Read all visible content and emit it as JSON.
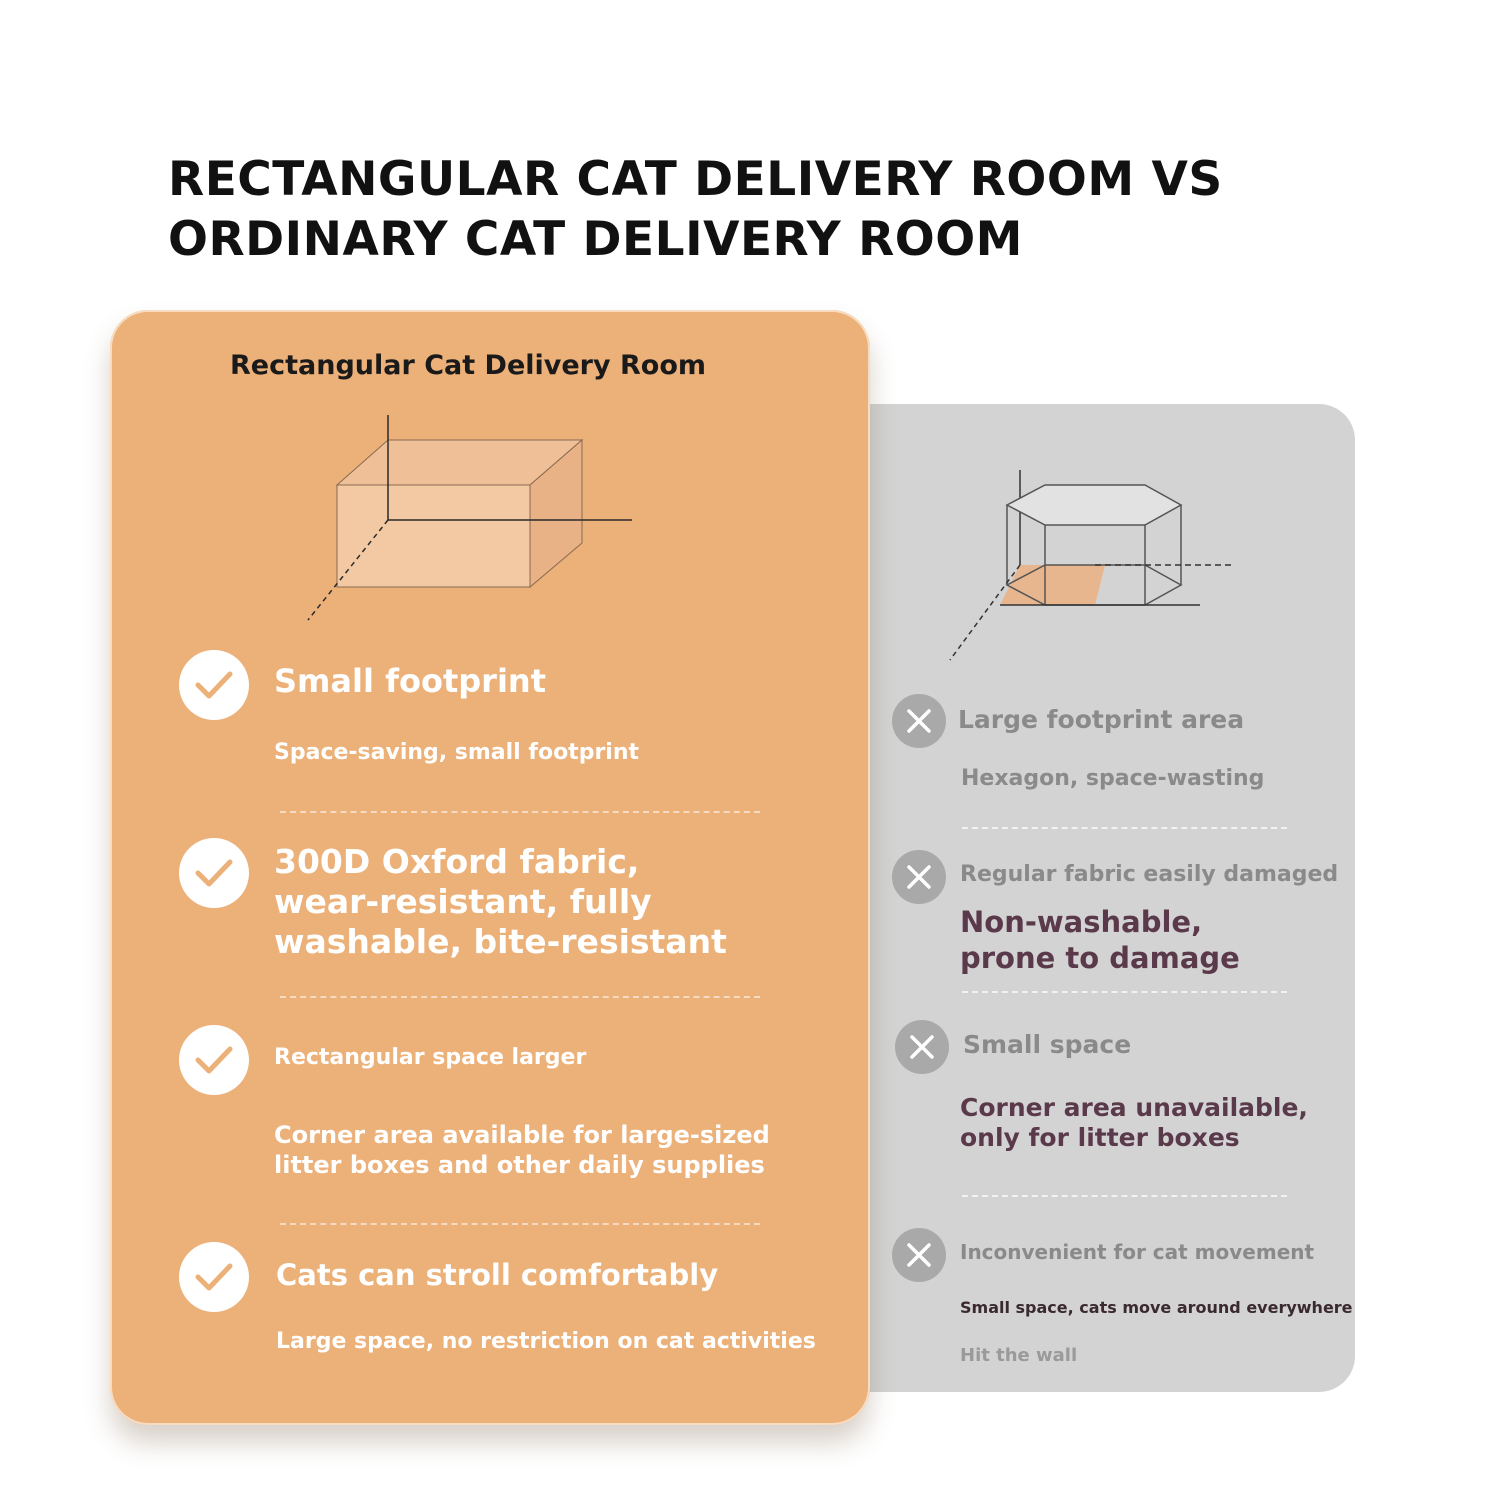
{
  "title": {
    "line1": "RECTANGULAR CAT DELIVERY ROOM VS",
    "line2": "ORDINARY CAT DELIVERY ROOM"
  },
  "rect_card": {
    "heading": "Rectangular Cat Delivery Room",
    "features": [
      {
        "heading": "Small footprint",
        "detail": "Space-saving, small footprint"
      },
      {
        "heading_lines": [
          "300D Oxford fabric,",
          "wear-resistant, fully",
          "washable, bite-resistant"
        ]
      },
      {
        "heading": "Rectangular space larger",
        "detail_lines": [
          "Corner area available for large-sized",
          "litter boxes and other daily supplies"
        ]
      },
      {
        "heading": "Cats can stroll comfortably",
        "detail": "Large space, no restriction on cat activities"
      }
    ]
  },
  "ordinary_card": {
    "features": [
      {
        "heading": "Large footprint area",
        "detail": "Hexagon, space-wasting"
      },
      {
        "heading": "Regular fabric easily damaged",
        "detail_lines": [
          "Non-washable,",
          "prone to damage"
        ]
      },
      {
        "heading": "Small space",
        "detail_lines": [
          "Corner area unavailable,",
          "only for litter boxes"
        ]
      },
      {
        "heading": "Inconvenient for cat movement",
        "detail": "Small space, cats move around everywhere",
        "note": "Hit the wall"
      }
    ]
  },
  "icons": {
    "positive": "check-icon",
    "negative": "x-icon"
  },
  "colors": {
    "accent_orange": "#ecb079",
    "card_gray": "#d3d3d3",
    "negative_text": "#5a3a4a"
  }
}
